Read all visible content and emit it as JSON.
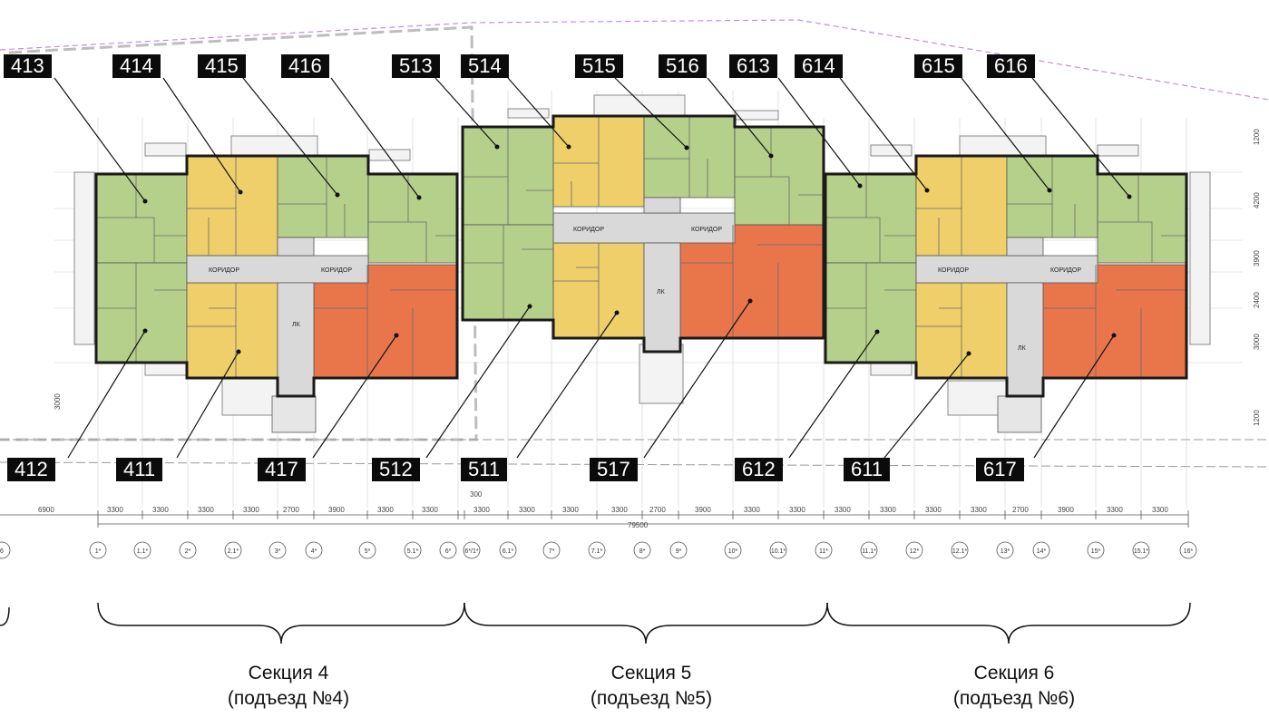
{
  "colors": {
    "green": "#b5d08a",
    "yellow": "#efcf6a",
    "red": "#e8764a",
    "corridor": "#d9d9d9",
    "wall": "#1a1a1a"
  },
  "apartments": {
    "413": {
      "label": "413",
      "color": "green"
    },
    "414": {
      "label": "414",
      "color": "yellow"
    },
    "415": {
      "label": "415",
      "color": "green"
    },
    "416": {
      "label": "416",
      "color": "green"
    },
    "412": {
      "label": "412",
      "color": "green"
    },
    "411": {
      "label": "411",
      "color": "yellow"
    },
    "417": {
      "label": "417",
      "color": "red"
    },
    "513": {
      "label": "513",
      "color": "green"
    },
    "514": {
      "label": "514",
      "color": "yellow"
    },
    "515": {
      "label": "515",
      "color": "green"
    },
    "516": {
      "label": "516",
      "color": "green"
    },
    "512": {
      "label": "512",
      "color": "green"
    },
    "511": {
      "label": "511",
      "color": "yellow"
    },
    "517": {
      "label": "517",
      "color": "red"
    },
    "613": {
      "label": "613",
      "color": "green"
    },
    "614": {
      "label": "614",
      "color": "green"
    },
    "615": {
      "label": "615",
      "color": "yellow"
    },
    "616": {
      "label": "616",
      "color": "green"
    },
    "612": {
      "label": "612",
      "color": "green"
    },
    "611": {
      "label": "611",
      "color": "yellow"
    },
    "617": {
      "label": "617",
      "color": "red"
    }
  },
  "corridor_label": "КОРИДОР",
  "stair_label": "ЛК",
  "dimensions": {
    "top_spans": [
      "6900",
      "3300",
      "3300",
      "3300",
      "3300",
      "2700",
      "3900",
      "3300",
      "3300",
      "300",
      "3300",
      "3300",
      "3300",
      "2700",
      "3900",
      "3300",
      "3300",
      "3300",
      "3300",
      "3300",
      "3300",
      "2700",
      "3900",
      "3300",
      "3300"
    ],
    "total": "79500",
    "right_spans": [
      "1200",
      "4200",
      "3900",
      "2400",
      "3000",
      "1200"
    ],
    "left_dim": "3000"
  },
  "axes": [
    "6",
    "1*",
    "1.1*",
    "2*",
    "2.1*",
    "3*",
    "4*",
    "5*",
    "5.1*",
    "6*",
    "6*/1*",
    "6.1*",
    "7*",
    "7.1*",
    "8*",
    "9*",
    "10*",
    "10.1*",
    "11*",
    "11.1*",
    "12*",
    "12.1*",
    "13*",
    "14*",
    "15*",
    "15.1*",
    "16*"
  ],
  "sections": [
    {
      "title": "Секция 4",
      "subtitle": "(подъезд №4)"
    },
    {
      "title": "Секция 5",
      "subtitle": "(подъезд №5)"
    },
    {
      "title": "Секция 6",
      "subtitle": "(подъезд №6)"
    }
  ]
}
